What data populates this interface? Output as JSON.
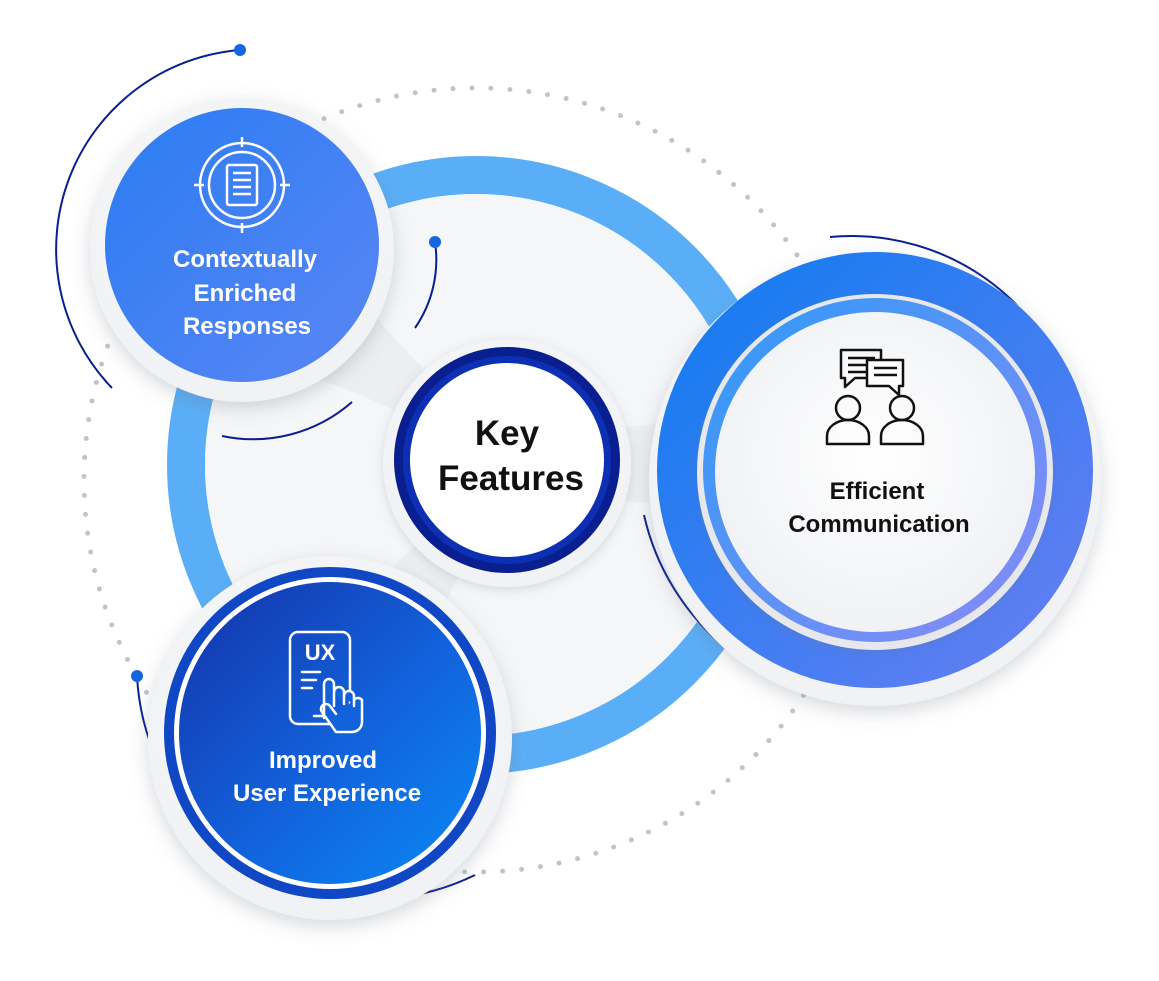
{
  "diagram": {
    "center": {
      "line1": "Key",
      "line2": "Features"
    },
    "features": [
      {
        "id": "contextual",
        "lines": [
          "Contextually",
          "Enriched",
          "Responses"
        ],
        "icon": "document-target-icon"
      },
      {
        "id": "communication",
        "lines": [
          "Efficient",
          "Communication"
        ],
        "icon": "chat-users-icon"
      },
      {
        "id": "ux",
        "lines": [
          "Improved",
          "User Experience"
        ],
        "icon": "ux-touch-icon"
      }
    ]
  },
  "colors": {
    "ring": "#5aaef7",
    "dark_navy": "#0a1f8f",
    "accent_dot": "#1565e0",
    "dotted": "#bfc4cc",
    "text_dark": "#111111"
  }
}
